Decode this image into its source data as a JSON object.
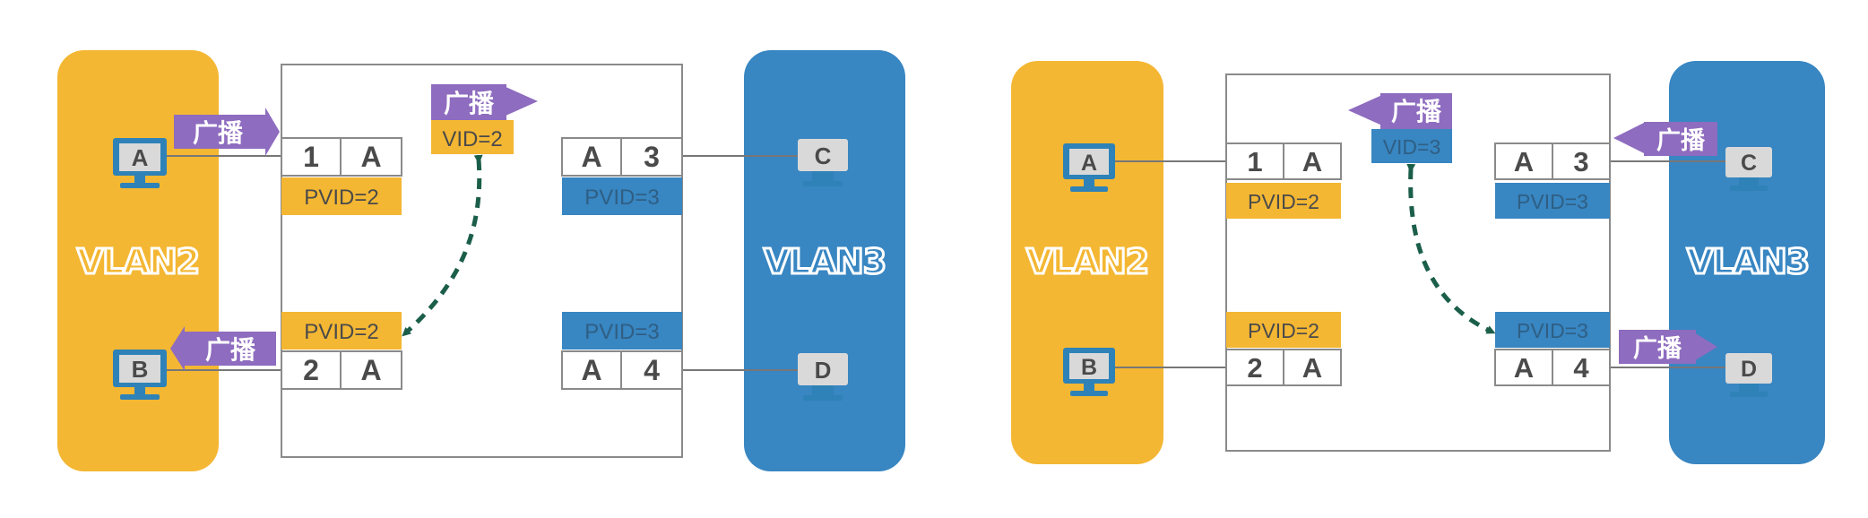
{
  "colors": {
    "vlan2": "#F4B733",
    "vlan3": "#3886C2",
    "broadcast": "#8E6CBF",
    "arrow": "#1B5E4A",
    "switch_border": "#8a8a8a",
    "cell_border": "#8a8a8a",
    "pc_screen": "#2E82B8",
    "pc_label_bg": "#d9d9d9"
  },
  "panels": [
    {
      "id": "left",
      "vlans": [
        {
          "id": "vlan2",
          "label": "VLAN2"
        },
        {
          "id": "vlan3",
          "label": "VLAN3"
        }
      ],
      "hosts": [
        {
          "id": "A",
          "label": "A",
          "icon": "pc-icon"
        },
        {
          "id": "B",
          "label": "B",
          "icon": "pc-icon"
        },
        {
          "id": "C",
          "label": "C",
          "icon": "pc-icon"
        },
        {
          "id": "D",
          "label": "D",
          "icon": "pc-icon"
        }
      ],
      "ports": [
        {
          "id": "p1",
          "number": "1",
          "type": "A",
          "pvid": "PVID=2"
        },
        {
          "id": "p2",
          "number": "2",
          "type": "A",
          "pvid": "PVID=2"
        },
        {
          "id": "p3",
          "number": "3",
          "type": "A",
          "pvid": "PVID=3"
        },
        {
          "id": "p4",
          "number": "4",
          "type": "A",
          "pvid": "PVID=3"
        }
      ],
      "tag": {
        "broadcast": "广播",
        "vid": "VID=2"
      },
      "broadcasts": [
        {
          "label": "广播"
        },
        {
          "label": "广播"
        }
      ]
    },
    {
      "id": "right",
      "vlans": [
        {
          "id": "vlan2",
          "label": "VLAN2"
        },
        {
          "id": "vlan3",
          "label": "VLAN3"
        }
      ],
      "hosts": [
        {
          "id": "A",
          "label": "A",
          "icon": "pc-icon"
        },
        {
          "id": "B",
          "label": "B",
          "icon": "pc-icon"
        },
        {
          "id": "C",
          "label": "C",
          "icon": "pc-icon"
        },
        {
          "id": "D",
          "label": "D",
          "icon": "pc-icon"
        }
      ],
      "ports": [
        {
          "id": "p1",
          "number": "1",
          "type": "A",
          "pvid": "PVID=2"
        },
        {
          "id": "p2",
          "number": "2",
          "type": "A",
          "pvid": "PVID=2"
        },
        {
          "id": "p3",
          "number": "3",
          "type": "A",
          "pvid": "PVID=3"
        },
        {
          "id": "p4",
          "number": "4",
          "type": "A",
          "pvid": "PVID=3"
        }
      ],
      "tag": {
        "broadcast": "广播",
        "vid": "VID=3"
      },
      "broadcasts": [
        {
          "label": "广播"
        },
        {
          "label": "广播"
        }
      ]
    }
  ]
}
